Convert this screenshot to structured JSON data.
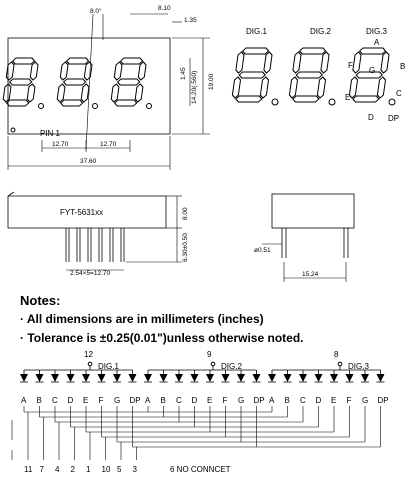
{
  "front_view": {
    "dims": {
      "angle": "8.0°",
      "pitch": "8.10",
      "seg_width": "1.35",
      "seg_thick": "1.45",
      "digit_height": "14.20(.560)",
      "overall_height": "19.00",
      "pin_pitch_1": "12.70",
      "pin_pitch_2": "12.70",
      "overall_width": "37.60"
    },
    "pin1_label": "PIN 1"
  },
  "segment_diagram": {
    "digit_labels": [
      "DIG.1",
      "DIG.2",
      "DIG.3"
    ],
    "segment_letters": {
      "a": "A",
      "b": "B",
      "c": "C",
      "d": "D",
      "e": "E",
      "f": "F",
      "g": "G",
      "dp": "DP"
    }
  },
  "side_view": {
    "part_number": "FYT-5631xx",
    "height": "8.00",
    "pin_length": "6.30±0.50",
    "pin_spacing": "2.54×5=12.70"
  },
  "end_view": {
    "pin_dia": "ø0.51",
    "width": "15.24"
  },
  "notes": {
    "title": "Notes:",
    "line1": "· All dimensions are in millimeters (inches)",
    "line2": "· Tolerance is  ±0.25(0.01\")unless otherwise noted."
  },
  "circuit": {
    "commons": [
      {
        "pin": "12",
        "label": "DIG.1"
      },
      {
        "pin": "9",
        "label": "DIG.2"
      },
      {
        "pin": "8",
        "label": "DIG.3"
      }
    ],
    "segments": [
      "A",
      "B",
      "C",
      "D",
      "E",
      "F",
      "G",
      "DP"
    ],
    "bottom_pins": [
      "11",
      "7",
      "4",
      "2",
      "1",
      "10",
      "5",
      "3"
    ],
    "no_connect": "6  NO  CONNCET"
  }
}
